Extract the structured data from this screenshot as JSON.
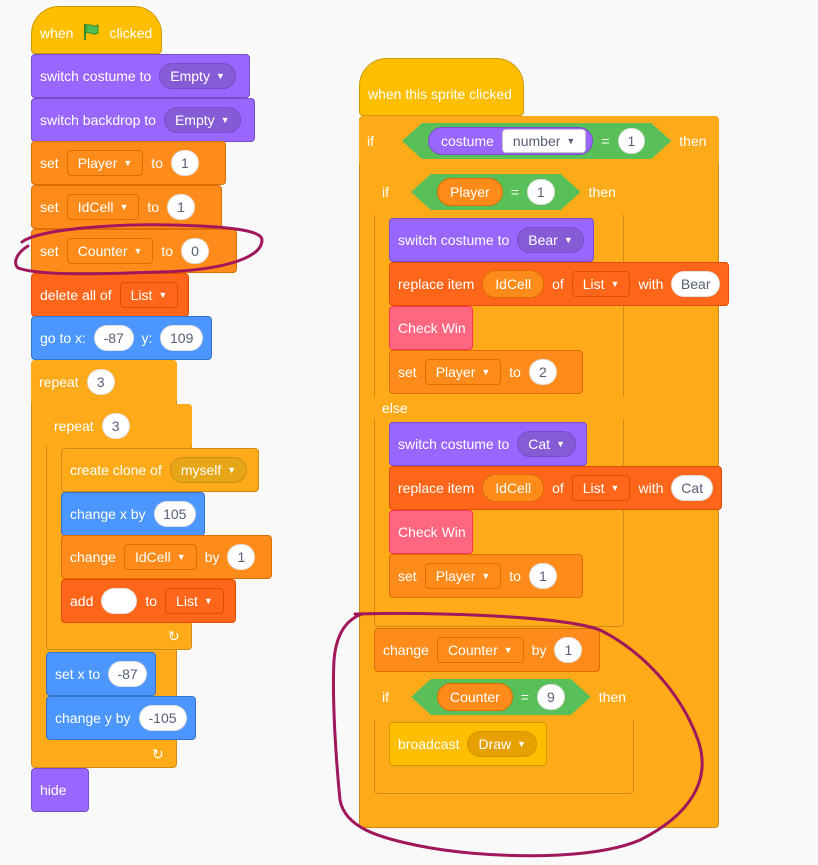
{
  "left": {
    "when": "when",
    "clicked": "clicked",
    "switch_costume_to": "switch costume to",
    "costume_empty": "Empty",
    "switch_backdrop_to": "switch backdrop to",
    "backdrop_empty": "Empty",
    "set": "set",
    "to": "to",
    "player": "Player",
    "player_val": "1",
    "idcell": "IdCell",
    "idcell_val": "1",
    "counter": "Counter",
    "counter_val": "0",
    "delete_all_of": "delete all of",
    "list": "List",
    "go_to_x": "go to x:",
    "x_val": "-87",
    "y": "y:",
    "y_val": "109",
    "repeat": "repeat",
    "repeat_outer": "3",
    "repeat_inner": "3",
    "create_clone_of": "create clone of",
    "myself": "myself",
    "change_x_by": "change x by",
    "change_x_val": "105",
    "change": "change",
    "by": "by",
    "change_idcell_val": "1",
    "add": "add",
    "add_val": "",
    "set_x_to": "set x to",
    "set_x_val": "-87",
    "change_y_by": "change y by",
    "change_y_val": "-105",
    "hide": "hide"
  },
  "right": {
    "hat": "when this sprite clicked",
    "if": "if",
    "then": "then",
    "else": "else",
    "costume": "costume",
    "number": "number",
    "equals": "=",
    "cond1_val": "1",
    "player": "Player",
    "cond2_val": "1",
    "switch_costume_to": "switch costume to",
    "bear": "Bear",
    "cat": "Cat",
    "replace_item": "replace item",
    "idcell": "IdCell",
    "of": "of",
    "list": "List",
    "with": "with",
    "with_bear": "Bear",
    "with_cat": "Cat",
    "check_win": "Check Win",
    "set": "set",
    "to": "to",
    "player_to_2": "2",
    "player_to_1": "1",
    "change": "change",
    "counter": "Counter",
    "by": "by",
    "counter_by": "1",
    "cond3_val": "9",
    "broadcast": "broadcast",
    "draw": "Draw"
  },
  "colors": {
    "events": "#ffbf00",
    "control": "#ffab19",
    "looks": "#9966ff",
    "variables": "#ff8c1a",
    "lists": "#ff661a",
    "motion": "#4c97ff",
    "custom": "#ff6680",
    "operators": "#59c059",
    "annotation": "#a0175b"
  }
}
